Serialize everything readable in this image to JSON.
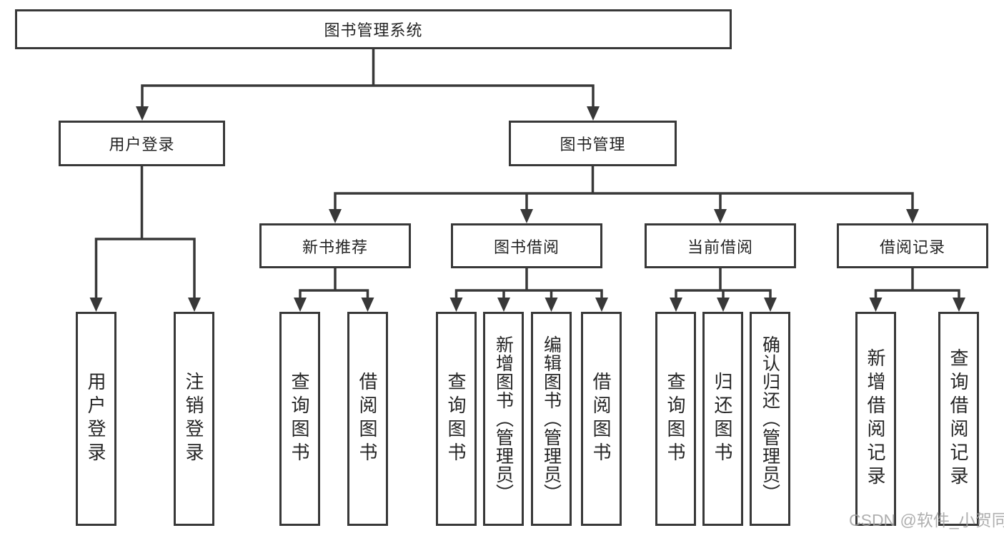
{
  "tree": {
    "root": {
      "label": "图书管理系统"
    },
    "branches": [
      {
        "label": "用户登录",
        "children": [
          {
            "label": "用户登录"
          },
          {
            "label": "注销登录"
          }
        ]
      },
      {
        "label": "图书管理",
        "children": [
          {
            "label": "新书推荐",
            "children": [
              {
                "label": "查询图书"
              },
              {
                "label": "借阅图书"
              }
            ]
          },
          {
            "label": "图书借阅",
            "children": [
              {
                "label": "查询图书"
              },
              {
                "label": "新增图书（管理员）"
              },
              {
                "label": "编辑图书（管理员）"
              },
              {
                "label": "借阅图书"
              }
            ]
          },
          {
            "label": "当前借阅",
            "children": [
              {
                "label": "查询图书"
              },
              {
                "label": "归还图书"
              },
              {
                "label": "确认归还（管理员）"
              }
            ]
          },
          {
            "label": "借阅记录",
            "children": [
              {
                "label": "新增借阅记录"
              },
              {
                "label": "查询借阅记录"
              }
            ]
          }
        ]
      }
    ]
  },
  "colors": {
    "line": "#383838",
    "text": "#252525",
    "watermark": "#a2a2a2"
  },
  "watermark": "CSDN @软件_小贺同学"
}
